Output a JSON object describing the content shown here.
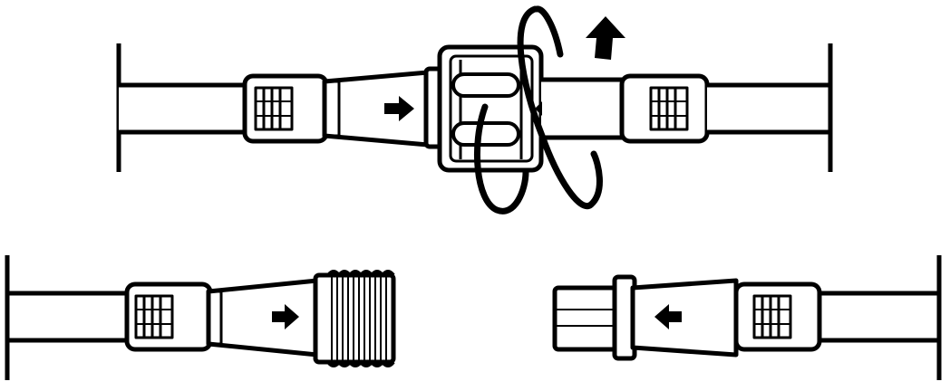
{
  "diagram": {
    "subject": "cable-connector-assembly",
    "stroke_color": "#000000",
    "fill_color": "#ffffff",
    "steps": [
      {
        "name": "connected-and-locked",
        "rotation_direction": "clockwise",
        "insert_arrow": "right"
      },
      {
        "name": "male-threaded-connector",
        "insert_arrow": "right"
      },
      {
        "name": "female-socket-connector",
        "insert_arrow": "left"
      }
    ],
    "icons": [
      "arrow-right-icon",
      "arrow-left-icon",
      "arrow-up-icon",
      "rotation-loop-icon"
    ]
  }
}
